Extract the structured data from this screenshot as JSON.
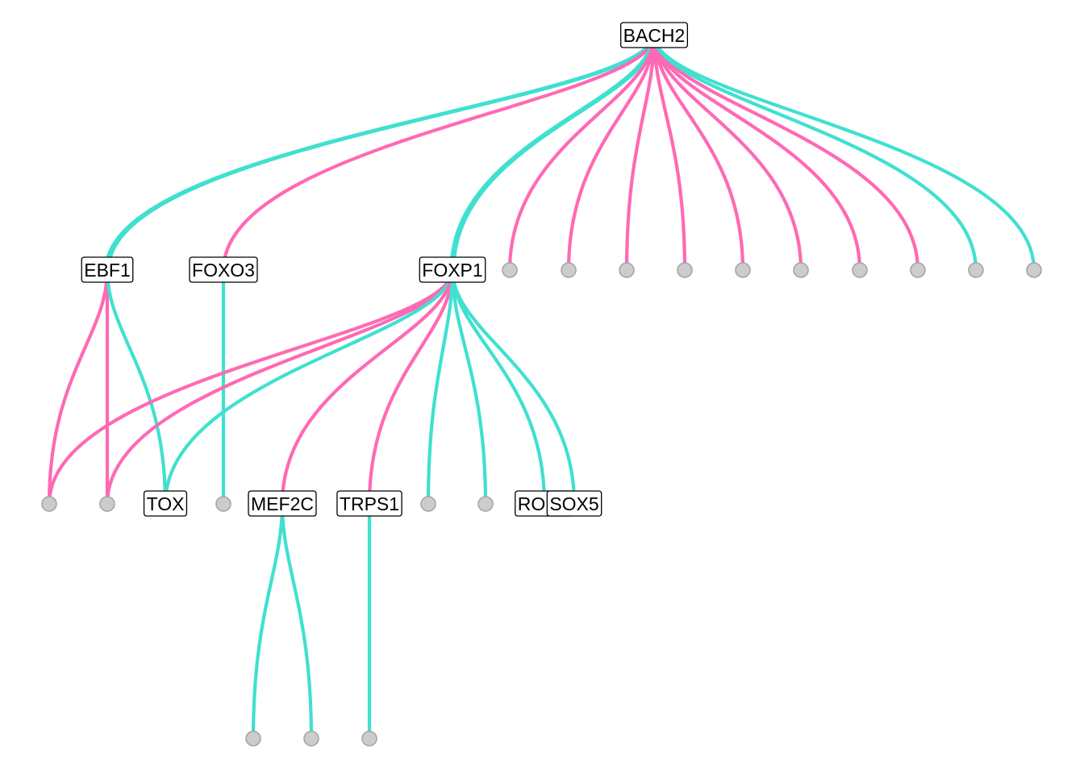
{
  "colors": {
    "activation": "#40E0D0",
    "repression": "#FF69B4",
    "node_fill": "#CCCCCC",
    "node_stroke": "#A6A6A6"
  },
  "labeled_nodes": {
    "bach2": "BACH2",
    "ebf1": "EBF1",
    "foxo3": "FOXO3",
    "foxp1": "FOXP1",
    "tox": "TOX",
    "mef2c": "MEF2C",
    "trps1": "TRPS1",
    "rora": "RORA",
    "sox5": "SOX5"
  },
  "edges": [
    {
      "from": "bach2",
      "to": "ebf1",
      "type": "activation",
      "count": 2
    },
    {
      "from": "bach2",
      "to": "foxo3",
      "type": "repression"
    },
    {
      "from": "bach2",
      "to": "foxp1",
      "type": "activation",
      "count": 2
    },
    {
      "from": "bach2",
      "to": "l1_a",
      "type": "repression"
    },
    {
      "from": "bach2",
      "to": "l1_b",
      "type": "repression"
    },
    {
      "from": "bach2",
      "to": "l1_c",
      "type": "repression"
    },
    {
      "from": "bach2",
      "to": "l1_d",
      "type": "repression"
    },
    {
      "from": "bach2",
      "to": "l1_e",
      "type": "repression"
    },
    {
      "from": "bach2",
      "to": "l1_f",
      "type": "repression"
    },
    {
      "from": "bach2",
      "to": "l1_g",
      "type": "repression"
    },
    {
      "from": "bach2",
      "to": "l1_h",
      "type": "repression"
    },
    {
      "from": "bach2",
      "to": "l1_i",
      "type": "activation"
    },
    {
      "from": "bach2",
      "to": "l1_j",
      "type": "activation"
    },
    {
      "from": "ebf1",
      "to": "l2_a",
      "type": "repression"
    },
    {
      "from": "ebf1",
      "to": "l2_b",
      "type": "repression"
    },
    {
      "from": "ebf1",
      "to": "tox",
      "type": "activation"
    },
    {
      "from": "foxo3",
      "to": "l2_c",
      "type": "activation"
    },
    {
      "from": "foxp1",
      "to": "l2_a",
      "type": "repression"
    },
    {
      "from": "foxp1",
      "to": "l2_b",
      "type": "repression"
    },
    {
      "from": "foxp1",
      "to": "tox",
      "type": "activation"
    },
    {
      "from": "foxp1",
      "to": "mef2c",
      "type": "repression"
    },
    {
      "from": "foxp1",
      "to": "trps1",
      "type": "repression"
    },
    {
      "from": "foxp1",
      "to": "l2_d",
      "type": "activation"
    },
    {
      "from": "foxp1",
      "to": "l2_e",
      "type": "activation"
    },
    {
      "from": "foxp1",
      "to": "rora",
      "type": "activation"
    },
    {
      "from": "foxp1",
      "to": "sox5",
      "type": "activation"
    },
    {
      "from": "mef2c",
      "to": "l3_a",
      "type": "activation"
    },
    {
      "from": "mef2c",
      "to": "l3_b",
      "type": "activation"
    },
    {
      "from": "trps1",
      "to": "l3_c",
      "type": "activation"
    }
  ]
}
